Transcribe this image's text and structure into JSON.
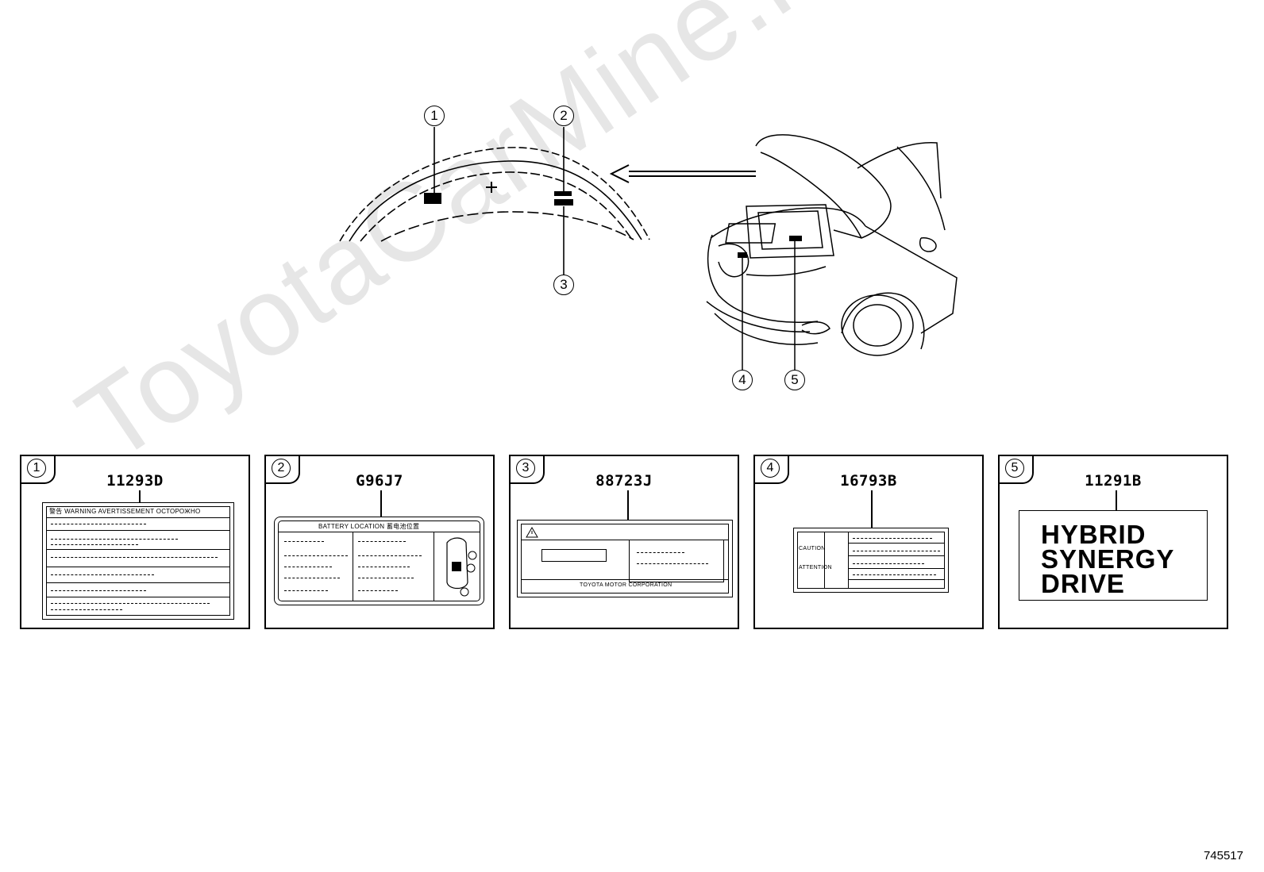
{
  "watermark": "ToyotaCarMine.ru",
  "document_number": "745517",
  "overview": {
    "callouts": [
      "1",
      "2",
      "3",
      "4",
      "5"
    ]
  },
  "labels": [
    {
      "index": "1",
      "part_number": "11293D",
      "header_text": "警告  WARNING  AVERTISSEMENT  ОСТОРОЖНО"
    },
    {
      "index": "2",
      "part_number": "G96J7",
      "header_text": "BATTERY  LOCATION  蓄电池位置"
    },
    {
      "index": "3",
      "part_number": "88723J",
      "footer_text": "TOYOTA MOTOR CORPORATION"
    },
    {
      "index": "4",
      "part_number": "16793B",
      "caution_text": "CAUTION",
      "attention_text": "ATTENTION"
    },
    {
      "index": "5",
      "part_number": "11291B",
      "badge_lines": [
        "HYBRID",
        "SYNERGY",
        "DRIVE"
      ]
    }
  ]
}
